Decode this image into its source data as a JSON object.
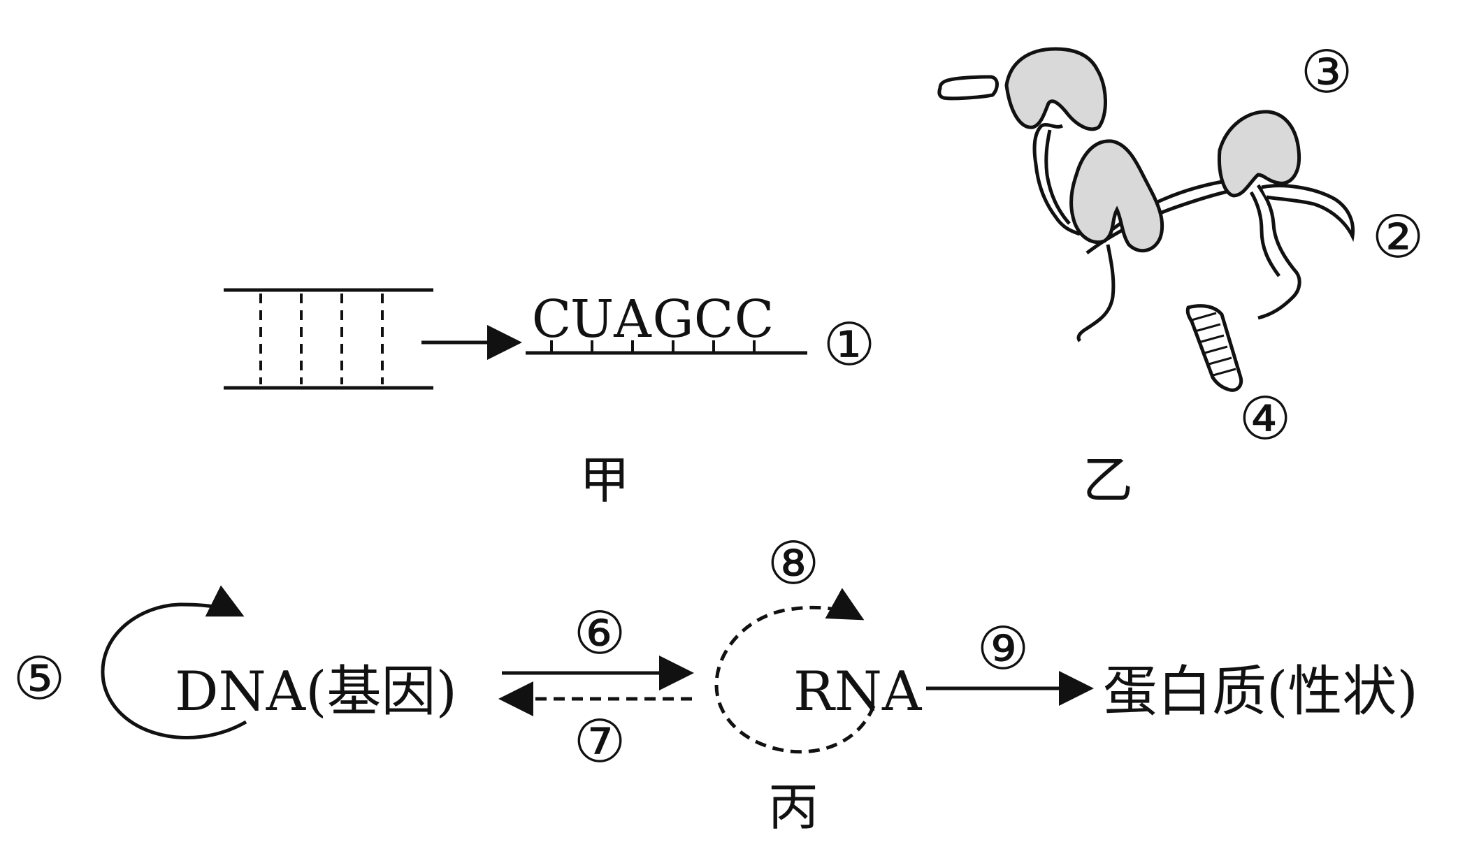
{
  "panel_jia": {
    "label": "甲",
    "sequence": [
      "C",
      "U",
      "A",
      "G",
      "C",
      "C"
    ],
    "marker": "①"
  },
  "panel_yi": {
    "label": "乙",
    "markers": {
      "m2": "②",
      "m3": "③",
      "m4": "④"
    }
  },
  "panel_bing": {
    "label": "丙",
    "dna": "DNA(基因)",
    "rna": "RNA",
    "protein": "蛋白质(性状)",
    "markers": {
      "m5": "⑤",
      "m6": "⑥",
      "m7": "⑦",
      "m8": "⑧",
      "m9": "⑨"
    }
  },
  "colors": {
    "line": "#111111",
    "fill": "#d9d9d9",
    "background": "#ffffff"
  }
}
